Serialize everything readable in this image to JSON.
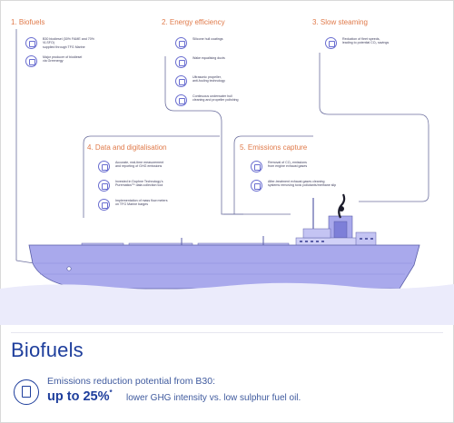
{
  "sections": [
    {
      "title": "1. Biofuels",
      "items": [
        {
          "icon": "fuel-pump-icon",
          "text": "B30 biodiesel (30% FAME and 70% VLSFO)\nsupplied through TFG Marine"
        },
        {
          "icon": "leaf-icon",
          "text": "Major producer of biodiesel\nvia Greenergy"
        }
      ]
    },
    {
      "title": "2. Energy efficiency",
      "items": [
        {
          "icon": "hull-coating-icon",
          "text": "Silicone hull coatings"
        },
        {
          "icon": "duct-icon",
          "text": "Wake equalising ducts"
        },
        {
          "icon": "propeller-icon",
          "text": "Ultrasonic propeller,\nanti-fouling technology"
        },
        {
          "icon": "hull-cleaning-icon",
          "text": "Continuous underwater hull\ncleaning and propeller polishing"
        }
      ]
    },
    {
      "title": "3. Slow steaming",
      "items": [
        {
          "icon": "speed-gauge-icon",
          "text": "Reduction of fleet speeds,\nleading to potential CO₂ savings"
        }
      ]
    },
    {
      "title": "4. Data and digitalisation",
      "items": [
        {
          "icon": "monitor-icon",
          "text": "Accurate, real-time measurement\nand reporting of GHG emissions"
        },
        {
          "icon": "data-platform-icon",
          "text": "Invested in Dophne Technology's\nPurematics™ data collection tool"
        },
        {
          "icon": "flow-meter-icon",
          "text": "Implementation of mass flow meters\non TFG Marine barges"
        }
      ]
    },
    {
      "title": "5. Emissions capture",
      "items": [
        {
          "icon": "exhaust-icon",
          "text": "Removal of CO₂ emissions\nfrom engine exhaust gases"
        },
        {
          "icon": "filter-icon",
          "text": "After-treatment exhaust gases cleaning\nsystems removing toxic pollutants/methane slip"
        }
      ]
    }
  ],
  "bottom": {
    "title": "Biofuels",
    "label": "Emissions reduction potential from B30:",
    "value": "up to 25%",
    "footnote_mark": "*",
    "desc": "lower GHG intensity vs. low sulphur fuel oil."
  },
  "colors": {
    "accent": "#e07a4a",
    "ship": "#a9a9ec",
    "ship_dark": "#7d7fd8",
    "line": "#5a5ea8",
    "navy": "#1e3e9c"
  }
}
